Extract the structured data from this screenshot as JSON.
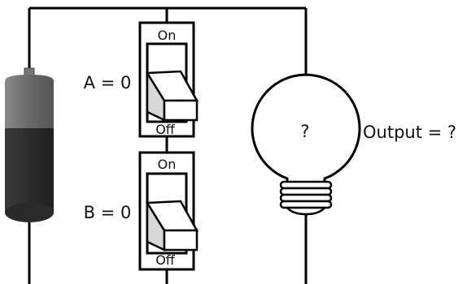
{
  "switch_a": {
    "label": "A = 0",
    "on_label": "On",
    "off_label": "Off"
  },
  "switch_b": {
    "label": "B = 0",
    "on_label": "On",
    "off_label": "Off"
  },
  "bulb": {
    "symbol": "?",
    "output_label": "Output = ?"
  },
  "colors": {
    "wire": "#000000",
    "battery_top": "#6a6a6a",
    "battery_bottom": "#2e2e2e",
    "switch_body": "#ffffff"
  }
}
